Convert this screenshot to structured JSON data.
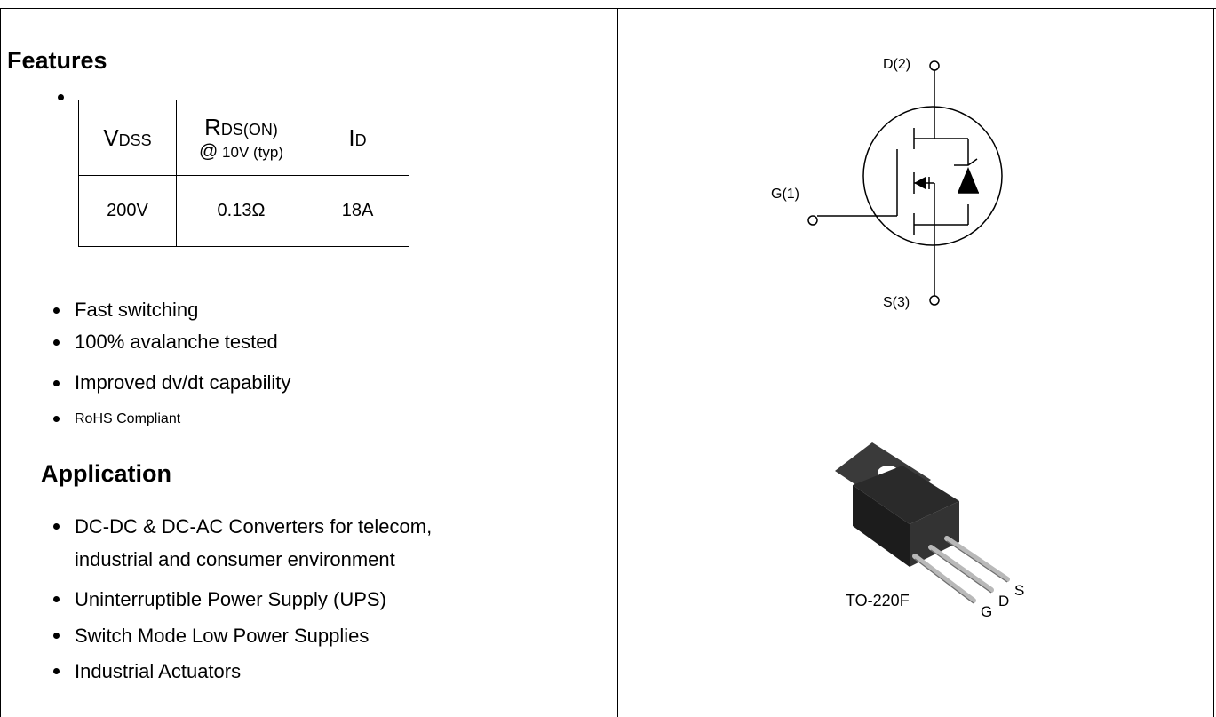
{
  "features": {
    "heading": "Features",
    "table": {
      "headers": {
        "vdss": {
          "main": "V",
          "sub": "DSS"
        },
        "rds": {
          "main": "R",
          "sub": "DS(ON)",
          "cond_at": "@",
          "cond_v": "10V",
          "cond_typ": "(typ)"
        },
        "id": {
          "main": "I",
          "sub": "D"
        }
      },
      "values": {
        "vdss": "200V",
        "rds": "0.13Ω",
        "id": "18A"
      }
    },
    "items": [
      "Fast switching",
      "100% avalanche tested",
      "Improved dv/dt capability",
      "RoHS Compliant"
    ]
  },
  "application": {
    "heading": "Application",
    "items": [
      {
        "line1": "DC-DC & DC-AC Converters for telecom,",
        "line2": "industrial and consumer environment"
      },
      {
        "line1": "Uninterruptible Power Supply (UPS)"
      },
      {
        "line1": "Switch Mode Low Power Supplies"
      },
      {
        "line1": "Industrial Actuators"
      }
    ]
  },
  "schematic": {
    "drain_label": "D(2)",
    "gate_label": "G(1)",
    "source_label": "S(3)"
  },
  "package": {
    "name": "TO-220F",
    "pin_g": "G",
    "pin_d": "D",
    "pin_s": "S"
  }
}
